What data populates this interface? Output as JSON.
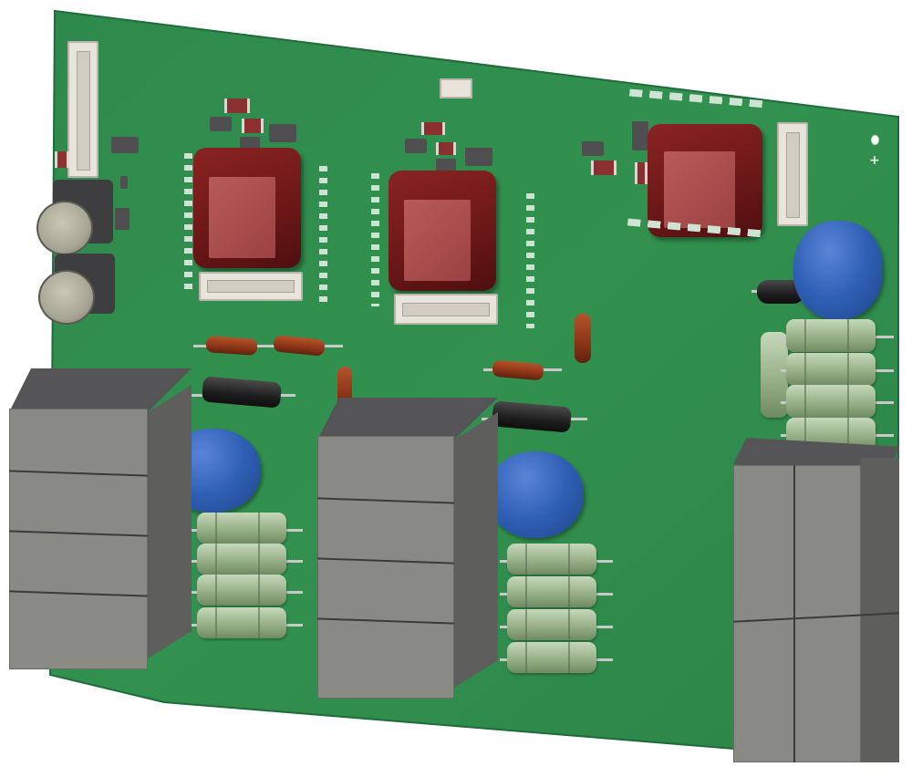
{
  "scene": {
    "description": "3D render of a green printed circuit board (PCB) with power electronics components",
    "background_color": "#ffffff",
    "board_color": "#2f8c4e",
    "board_edge_color": "#1f6b3a"
  },
  "silkscreen": {
    "plus_mark": "+"
  },
  "colors": {
    "transformer_red": "#7a1d1d",
    "varistor_blue": "#2f5fb5",
    "resistor_brown": "#9a3f1c",
    "resistor_black": "#1e1e1e",
    "power_resistor_green": "#9fb891",
    "block_gray": "#8a8a85",
    "connector_beige": "#e8e4dc",
    "capacitor_gray": "#a8a796"
  },
  "components": {
    "transformers": [
      {
        "id": "T1",
        "type": "red-transformer"
      },
      {
        "id": "T2",
        "type": "red-transformer"
      },
      {
        "id": "T3",
        "type": "red-transformer"
      }
    ],
    "connectors": [
      {
        "id": "J1",
        "type": "vertical-pin-header",
        "pins": 20
      },
      {
        "id": "J2",
        "type": "small-2pin-header"
      },
      {
        "id": "J3",
        "type": "horizontal-7pin-header"
      },
      {
        "id": "J4",
        "type": "horizontal-7pin-header"
      },
      {
        "id": "J5",
        "type": "vertical-7pin-header"
      }
    ],
    "electrolytic_capacitors": 2,
    "varistors": 3,
    "axial_resistors_brown": 5,
    "axial_resistors_black": 3,
    "power_resistors_green": 13,
    "relay_blocks": 3
  }
}
